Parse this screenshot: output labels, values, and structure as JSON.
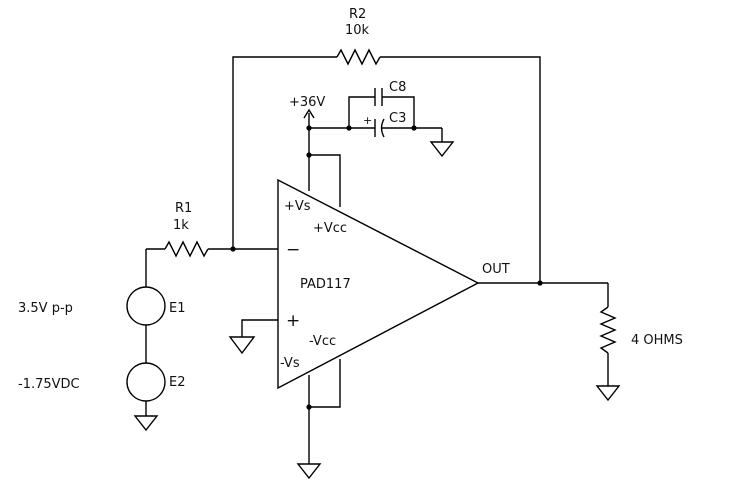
{
  "title": "",
  "labels": {
    "r2_ref": "R2",
    "r2_val": "10k",
    "r1_ref": "R1",
    "r1_val": "1k",
    "supply": "+36V",
    "c8": "C8",
    "c3": "C3",
    "c3_pol": "+",
    "vs_pos": "+Vs",
    "vcc_pos": "+Vcc",
    "inv": "−",
    "noninv": "+",
    "part": "PAD117",
    "vcc_neg": "-Vcc",
    "vs_neg": "-Vs",
    "out": "OUT",
    "e1_ref": "E1",
    "e1_val": "3.5V p-p",
    "e2_ref": "E2",
    "e2_val": "-1.75VDC",
    "load": "4 OHMS"
  }
}
